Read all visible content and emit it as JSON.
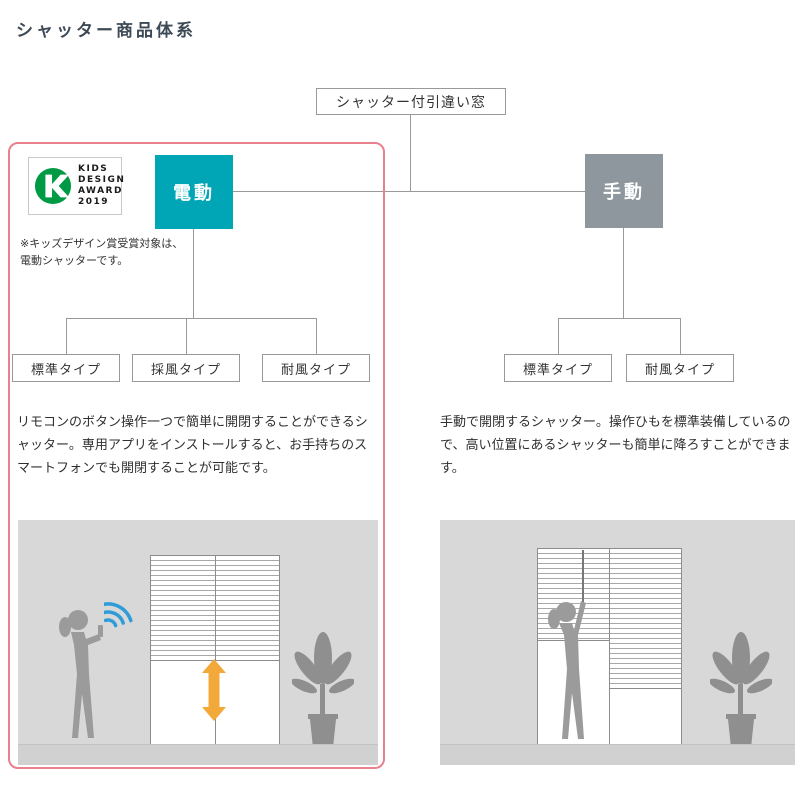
{
  "page": {
    "title": "シャッター商品体系"
  },
  "tree": {
    "root_label": "シャッター付引違い窓",
    "electric": {
      "label": "電動",
      "types": [
        "標準タイプ",
        "採風タイプ",
        "耐風タイプ"
      ]
    },
    "manual": {
      "label": "手動",
      "types": [
        "標準タイプ",
        "耐風タイプ"
      ]
    }
  },
  "award": {
    "lines": [
      "KIDS",
      "DESIGN",
      "AWARD",
      "2019"
    ],
    "note_line1": "※キッズデザイン賞受賞対象は、",
    "note_line2": "電動シャッターです。"
  },
  "descriptions": {
    "electric": "リモコンのボタン操作一つで簡単に開閉することができるシャッター。専用アプリをインストールすると、お手持ちのスマートフォンでも開閉することが可能です。",
    "manual": "手動で開閉するシャッター。操作ひもを標準装備しているので、高い位置にあるシャッターも簡単に降ろすことができます。"
  },
  "colors": {
    "electric_box": "#00a5b6",
    "manual_box": "#8f979e",
    "highlight_frame": "#e8808d",
    "connector": "#999999",
    "award_logo_green": "#009a44",
    "wifi_blue": "#2f9cd9",
    "arrow_orange": "#f3a93a",
    "scene_background": "#d8d8d8",
    "silhouette_gray": "#9b9b9b"
  }
}
